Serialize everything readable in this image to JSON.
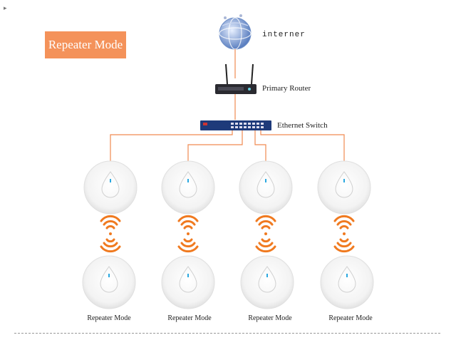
{
  "title": "Repeater Mode",
  "internet": {
    "label": "interner",
    "icon": "globe-icon"
  },
  "router": {
    "label": "Primary Router",
    "icon": "router-icon"
  },
  "switch": {
    "label": "Ethernet Switch",
    "icon": "switch-icon"
  },
  "repeater_label": "Repeater Mode",
  "colors": {
    "accent": "#f4925a",
    "link": "#f08a50",
    "wifi": "#f07a20",
    "ap_led": "#2aa8e0"
  },
  "aps": {
    "upper_count": 4,
    "lower_labels": [
      "Repeater Mode",
      "Repeater Mode",
      "Repeater Mode",
      "Repeater Mode"
    ]
  }
}
